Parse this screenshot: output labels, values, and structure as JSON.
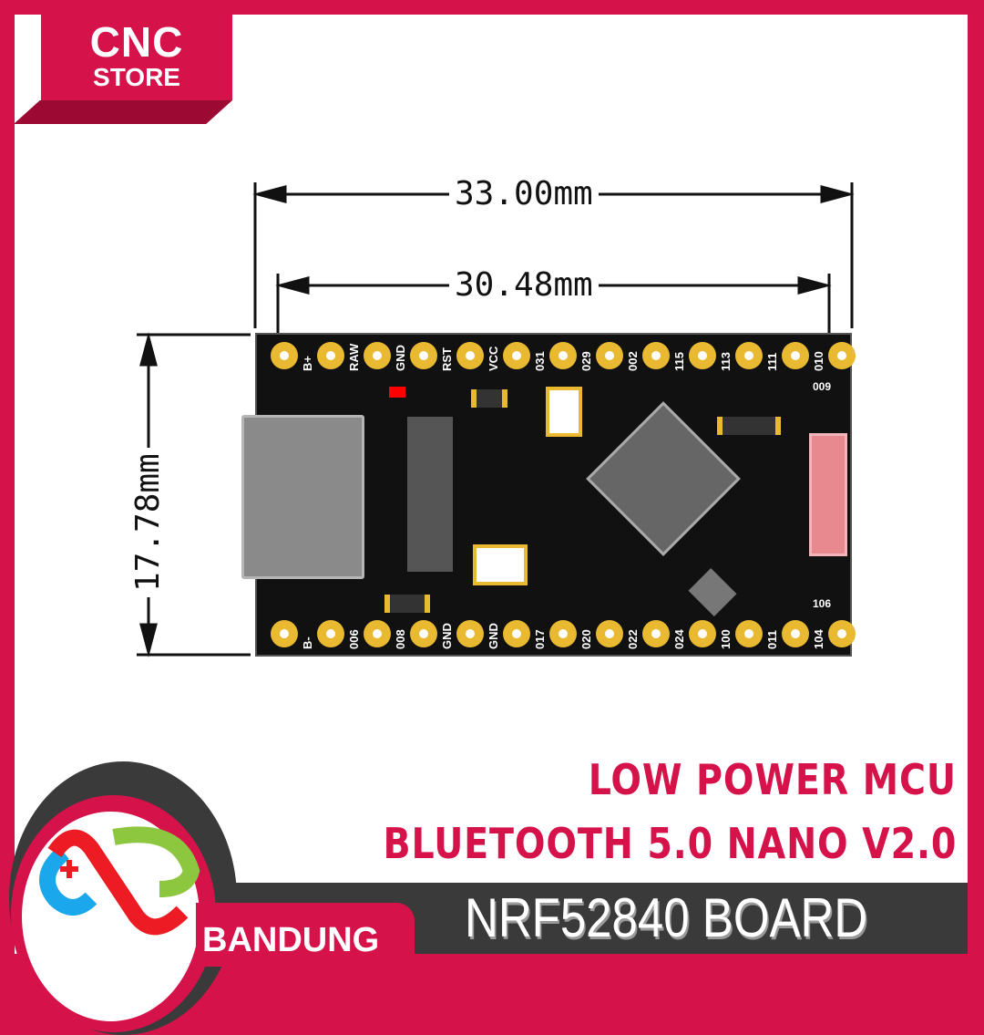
{
  "brand": {
    "line1": "CNC",
    "line2": "STORE"
  },
  "dimensions": {
    "outer_width": "33.00mm",
    "pin_pitch_width": "30.48mm",
    "height": "17.78mm"
  },
  "board": {
    "top_pins": [
      "B+",
      "RAW",
      "GND",
      "RST",
      "VCC",
      "031",
      "029",
      "002",
      "115",
      "113",
      "111",
      "010"
    ],
    "bottom_pins": [
      "B-",
      "006",
      "008",
      "GND",
      "GND",
      "017",
      "020",
      "022",
      "024",
      "100",
      "011",
      "104"
    ],
    "corner_top": "009",
    "corner_bottom": "106"
  },
  "headline": {
    "line1": "LOW POWER MCU",
    "line2": "BLUETOOTH 5.0 NANO V2.0",
    "product": "NRF52840 BOARD"
  },
  "city": "BANDUNG",
  "colors": {
    "brand": "#d6124a",
    "dark": "#3a3a3a",
    "pad": "#e8b931"
  }
}
